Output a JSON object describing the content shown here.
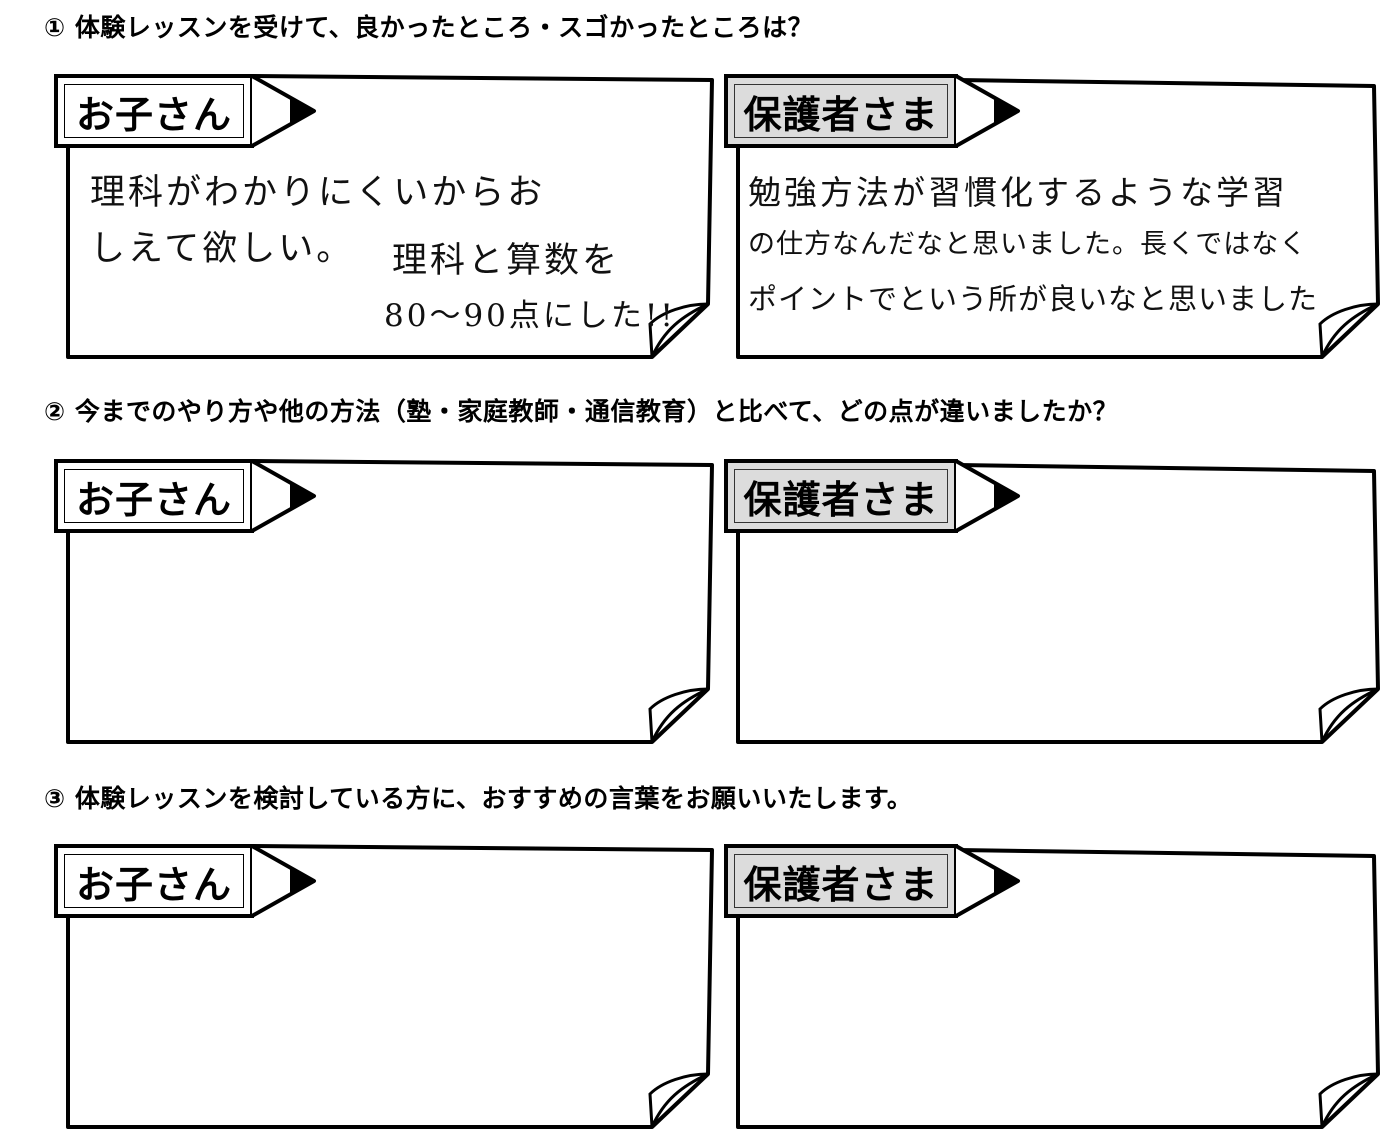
{
  "questions": [
    {
      "label": "① 体験レッスンを受けて、良かったところ・スゴかったところは？",
      "child_tag": "お子さん",
      "parent_tag": "保護者さま",
      "child_answer": [
        "理科がわかりにくいからお",
        "しえて欲しい。",
        "理科と算数を",
        "80〜90点にした!!"
      ],
      "parent_answer": [
        "勉強方法が習慣化するような学習",
        "の仕方なんだなと思いました。長くではなく",
        "ポイントでという所が良いなと思いました"
      ]
    },
    {
      "label": "② 今までのやり方や他の方法（塾・家庭教師・通信教育）と比べて、どの点が違いましたか？",
      "child_tag": "お子さん",
      "parent_tag": "保護者さま"
    },
    {
      "label": "③ 体験レッスンを検討している方に、おすすめの言葉をお願いいたします。",
      "child_tag": "お子さん",
      "parent_tag": "保護者さま"
    }
  ]
}
